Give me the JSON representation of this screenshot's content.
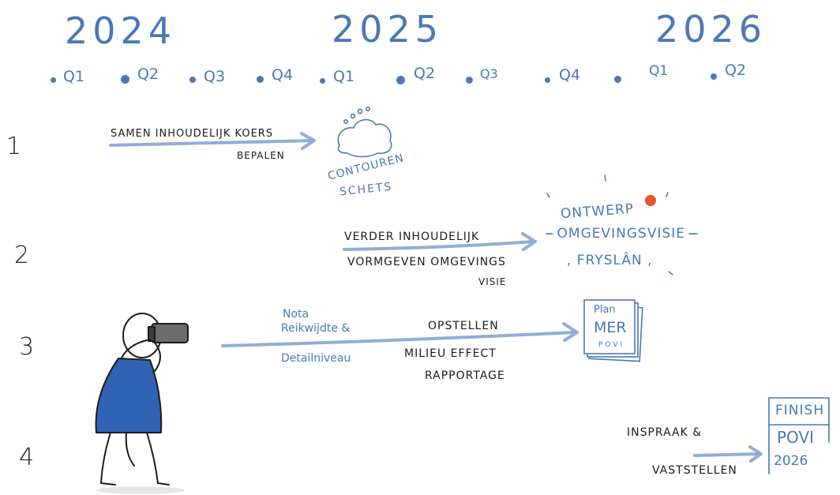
{
  "timeline": {
    "years": [
      "2024",
      "2025",
      "2026"
    ],
    "quarters": [
      "Q1",
      "Q2",
      "Q3",
      "Q4",
      "Q1",
      "Q2",
      "Q3",
      "Q4",
      "Q1",
      "Q2"
    ]
  },
  "rows": [
    {
      "number": "1",
      "text": [
        "SAMEN INHOUDELIJK KOERS",
        "BEPALEN"
      ],
      "result": [
        "CONTOUREN",
        "SCHETS"
      ]
    },
    {
      "number": "2",
      "text": [
        "VERDER INHOUDELIJK",
        "VORMGEVEN OMGEVINGS",
        "VISIE"
      ],
      "result": [
        "ONTWERP",
        "- OMGEVINGSVISIE -",
        ", FRYSLÂN ,"
      ]
    },
    {
      "number": "3",
      "side_text": [
        "Nota",
        "Reikwijdte &",
        "Detailniveau"
      ],
      "text": [
        "OPSTELLEN",
        "MILIEU EFFECT",
        "RAPPORTAGE"
      ],
      "result": [
        "Plan",
        "MER",
        "POVI"
      ]
    },
    {
      "number": "4",
      "text": [
        "INSPRAAK &",
        "VASTSTELLEN"
      ],
      "result": [
        "FINISH",
        "POVI",
        "2026"
      ]
    }
  ],
  "colors": {
    "accent_blue": "#4a78b8",
    "light_blue": "#93acd6",
    "ink": "#1c1c1c",
    "red_dot": "#e8532c",
    "figure_blue": "#2f62b3"
  },
  "figure": "person-with-binoculars-illustration"
}
